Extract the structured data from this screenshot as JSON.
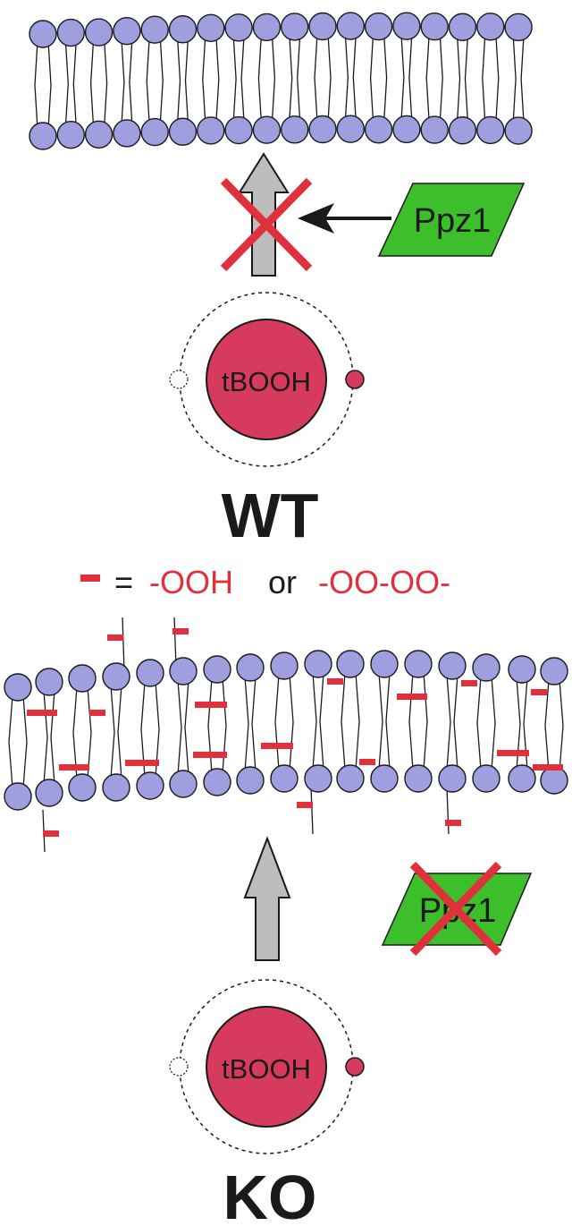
{
  "labels": {
    "ppz1_top": "Ppz1",
    "ppz1_bottom": "Ppz1",
    "tbooh_top": "tBOOH",
    "tbooh_bottom": "tBOOH",
    "wt": "WT",
    "ko": "KO",
    "legend_equals": "=",
    "legend_ooh": "-OOH",
    "legend_or": "or",
    "legend_oooo": "-OO-OO-"
  },
  "colors": {
    "head": "#9f9fe0",
    "head_stroke": "#1a1a1a",
    "red": "#e0303c",
    "tbooh": "#d63a5c",
    "ppz1": "#3cbf2a",
    "arrow_gray": "#bdbdbd",
    "text": "#1a1a1a"
  },
  "icons": {
    "blocked_cross": "red-x-cross-icon",
    "inhibition_arrow": "black-arrow-icon",
    "transport_arrow": "gray-up-arrow-icon"
  }
}
